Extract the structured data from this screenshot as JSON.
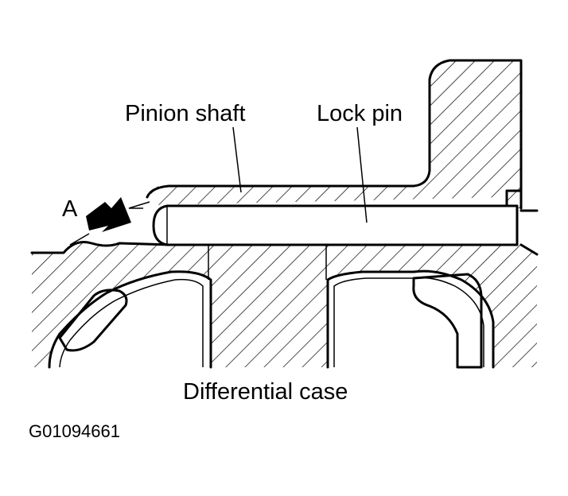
{
  "labels": {
    "pinion_shaft": "Pinion shaft",
    "lock_pin": "Lock pin",
    "arrow_a": "A",
    "differential_case": "Differential case",
    "figure_code": "G01094661"
  },
  "colors": {
    "ink": "#000000",
    "background": "#ffffff"
  }
}
